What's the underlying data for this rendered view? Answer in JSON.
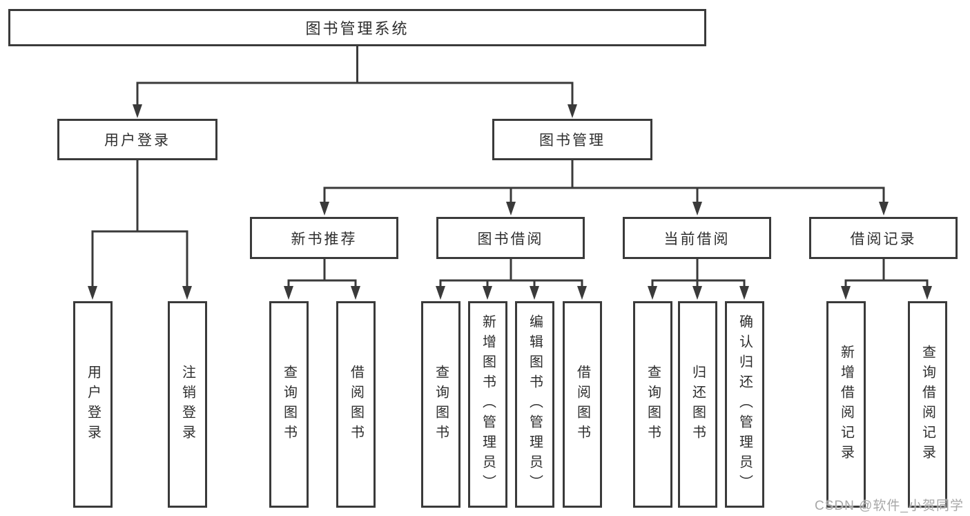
{
  "tree": {
    "root": {
      "label": "图书管理系统"
    },
    "children": [
      {
        "label": "用户登录",
        "children": [
          {
            "label": "用户登录"
          },
          {
            "label": "注销登录"
          }
        ]
      },
      {
        "label": "图书管理",
        "children": [
          {
            "label": "新书推荐",
            "children": [
              {
                "label": "查询图书"
              },
              {
                "label": "借阅图书"
              }
            ]
          },
          {
            "label": "图书借阅",
            "children": [
              {
                "label": "查询图书"
              },
              {
                "label": "新增图书（管理员）"
              },
              {
                "label": "编辑图书（管理员）"
              },
              {
                "label": "借阅图书"
              }
            ]
          },
          {
            "label": "当前借阅",
            "children": [
              {
                "label": "查询图书"
              },
              {
                "label": "归还图书"
              },
              {
                "label": "确认归还（管理员）"
              }
            ]
          },
          {
            "label": "借阅记录",
            "children": [
              {
                "label": "新增借阅记录"
              },
              {
                "label": "查询借阅记录"
              }
            ]
          }
        ]
      }
    ]
  },
  "watermark": {
    "text": "CSDN @软件_小贺同学"
  },
  "colors": {
    "line": "#3a3a3a",
    "box_border": "#3a3a3a",
    "text": "#2e2e2e",
    "watermark": "#a8a8a8",
    "background": "#ffffff"
  }
}
